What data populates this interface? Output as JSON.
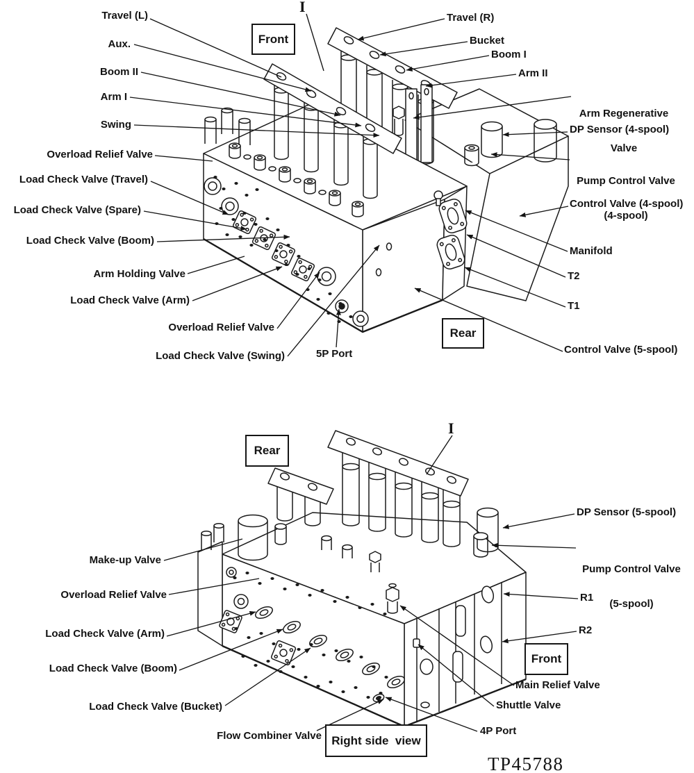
{
  "figure_code": "TP45788",
  "top": {
    "section_mark": "I",
    "boxes": {
      "front": "Front",
      "rear": "Rear"
    },
    "labels": {
      "travel_l": "Travel (L)",
      "aux": "Aux.",
      "boom_2": "Boom II",
      "arm_1": "Arm I",
      "swing": "Swing",
      "overload_relief_upper": "Overload Relief Valve",
      "load_check_travel": "Load Check Valve (Travel)",
      "load_check_spare": "Load Check Valve (Spare)",
      "load_check_boom": "Load Check Valve (Boom)",
      "arm_holding": "Arm Holding Valve",
      "load_check_arm": "Load Check Valve (Arm)",
      "overload_relief_lower": "Overload Relief Valve",
      "load_check_swing": "Load Check Valve (Swing)",
      "port_5p": "5P Port",
      "travel_r": "Travel (R)",
      "bucket": "Bucket",
      "boom_1": "Boom I",
      "arm_2": "Arm II",
      "arm_regenerative_line1": "Arm Regenerative",
      "arm_regenerative_line2": "Valve",
      "dp_sensor": "DP Sensor (4-spool)",
      "pump_control_line1": "Pump Control Valve",
      "pump_control_line2": "(4-spool)",
      "control_valve_4": "Control Valve (4-spool)",
      "manifold": "Manifold",
      "t2": "T2",
      "t1": "T1",
      "control_valve_5": "Control Valve (5-spool)"
    }
  },
  "bottom": {
    "section_mark": "I",
    "boxes": {
      "rear": "Rear",
      "front": "Front",
      "view": "Right side  view"
    },
    "labels": {
      "make_up": "Make-up Valve",
      "overload_relief": "Overload Relief Valve",
      "load_check_arm": "Load Check Valve (Arm)",
      "load_check_boom": "Load Check Valve (Boom)",
      "load_check_bucket": "Load Check Valve (Bucket)",
      "flow_combiner": "Flow Combiner Valve",
      "dp_sensor": "DP Sensor (5-spool)",
      "pump_control_line1": "Pump Control Valve",
      "pump_control_line2": "(5-spool)",
      "r1": "R1",
      "r2": "R2",
      "main_relief": "Main Relief Valve",
      "shuttle": "Shuttle Valve",
      "port_4p": "4P Port"
    }
  }
}
